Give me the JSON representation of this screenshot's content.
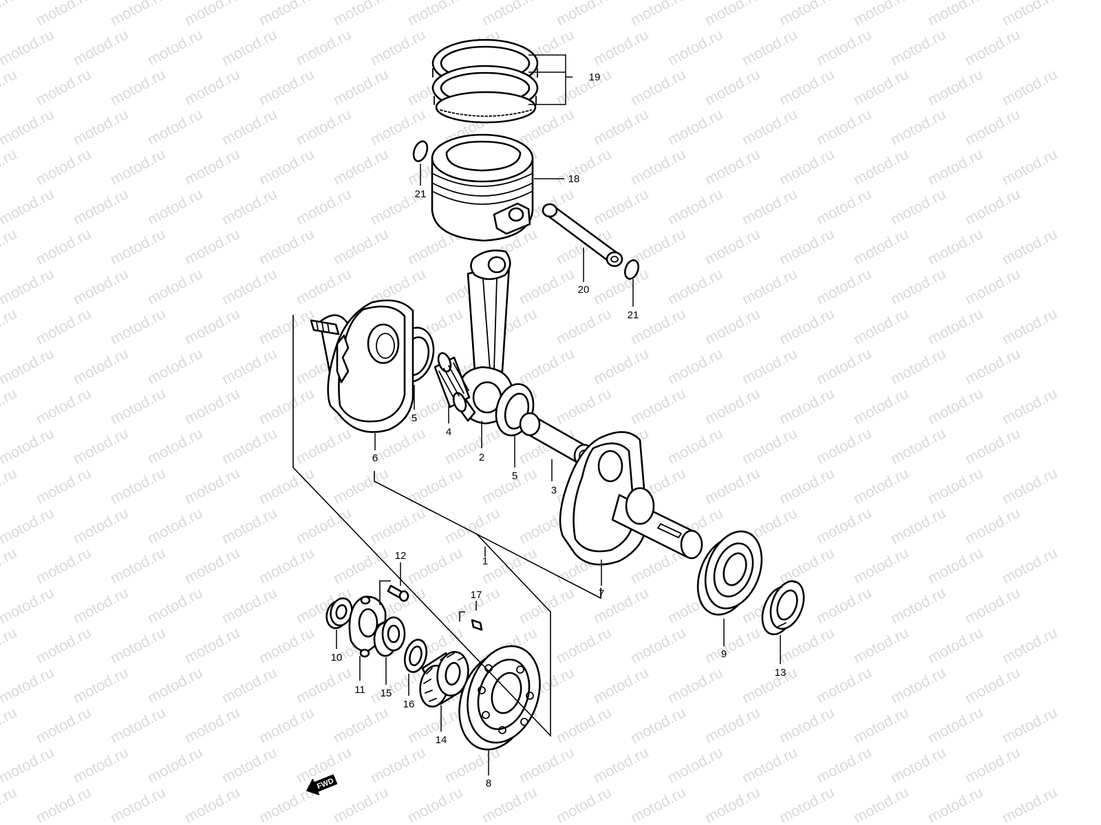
{
  "watermark": {
    "text": "motod.ru",
    "color": "#d9d9d9"
  },
  "fwd_label": "FWD",
  "callouts": {
    "c1": "1",
    "c2": "2",
    "c3": "3",
    "c4": "4",
    "c5a": "5",
    "c5b": "5",
    "c6": "6",
    "c7": "7",
    "c8": "8",
    "c9": "9",
    "c10": "10",
    "c11": "11",
    "c12": "12",
    "c13": "13",
    "c14": "14",
    "c15": "15",
    "c16": "16",
    "c17": "17",
    "c18": "18",
    "c19": "19",
    "c20": "20",
    "c21a": "21",
    "c21b": "21"
  }
}
